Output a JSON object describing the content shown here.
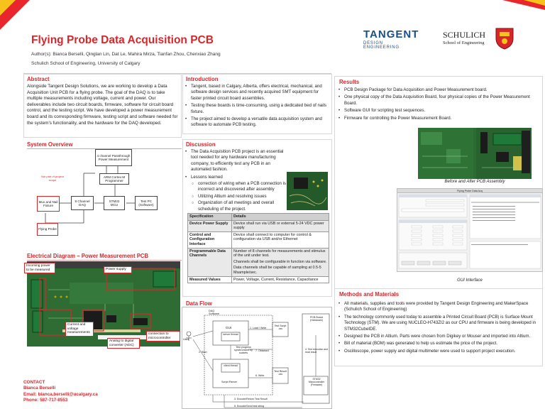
{
  "header": {
    "title": "Flying Probe Data Acquisition PCB",
    "authors": "Author(s): Bianca Berselli, Qinglan Lin, Dat Le, Mahira Mirza, Tianfan Zhou, Chenxiao Zhang",
    "affiliation": "Schulich School of Engineering, University of Calgary",
    "logo_tangent_main": "TANGENT",
    "logo_tangent_sub": "DESIGN ENGINEERING",
    "logo_schulich_main": "SCHULICH",
    "logo_schulich_sub": "School of Engineering"
  },
  "colors": {
    "accent": "#d9262b",
    "accent_yellow": "#f7c21b",
    "brand_blue": "#1a4f8b",
    "pcb_green": "#2f6a34"
  },
  "abstract": {
    "heading": "Abstract",
    "text": "Alongside Tangent Design Solutions, we are working to develop a Data Acquisition Unit PCB for a flying probe. The goal of the DAQ is to take multiple measurements including voltage, current and power. Our deliverables include two circuit boards, firmware, software for circuit board control, and the testing script. We have developed a power measurement board and its corresponding firmware, testing script and software needed for the system’s functionality, and the hardware for the DAQ developed."
  },
  "system_overview": {
    "heading": "System Overview",
    "boxes": {
      "passthrough": "4 channel Passthrough Power Measurement",
      "programmer": "ARM Cortex-M Programmer",
      "not_part": "Not part of project scope",
      "fixture": "Mux and Nail Fixture",
      "daq": "8 Channel DAQ",
      "mcu": "STM32 MCU",
      "testpc": "Test PC (Software)",
      "probe": "Flying Probe"
    }
  },
  "electrical": {
    "heading": "Electrical Diagram – Power Measurement PCB",
    "labels": {
      "incoming": "Incoming power to be measured",
      "supply": "Power supply",
      "current": "Current and voltage measurements",
      "adc": "Analog to digital converter (ADC)",
      "micro": "connection to microcontroller"
    }
  },
  "introduction": {
    "heading": "Introduction",
    "bullets": [
      "Tangent, based in Calgary, Alberta, offers electrical, mechanical, and software design services and recently acquired SMT equipment for faster printed circuit board assemblies.",
      "Testing these boards is time-consuming, using a dedicated bed of nails fixture.",
      "The project aimed to develop a versatile data acquisition system and software to automate PCB testing."
    ]
  },
  "discussion": {
    "heading": "Discussion",
    "bullet1": "The Data Acquisition PCB project is an essential tool needed for any hardware manufacturing company, to efficiently test any PCB in an automated fashion.",
    "bullet2": "Lessons learned",
    "sub": [
      "correction of wiring when a PCB connection is incorrect and discovered after assembly",
      "Utilizing Altium and resolving issues",
      "Organization of all meetings and overall scheduling of the project."
    ]
  },
  "spec_table": {
    "headers": [
      "Specification",
      "Details"
    ],
    "rows": [
      {
        "k": "Device Power Supply",
        "v": "Device shall run via USB or external 5-24 VDC power supply"
      },
      {
        "k": "Control and Configuration Interface",
        "v": "Device shall connect to computer for control & configuration via USB and/or Ethernet"
      },
      {
        "k": "Programmable Data Channels",
        "v1": "Number of 8 channels for measurements and stimulus of the unit under test.",
        "v2": "Channels shall be configurable in function via software.",
        "v3": "Data channels shall be capable of sampling at 0.5-5 Msample/sec."
      },
      {
        "k": "Measured Values",
        "v": "Power, Voltage, Current, Resistance, Capacitance"
      }
    ]
  },
  "data_flow": {
    "heading": "Data Flow",
    "labels": {
      "daq_software": "DAQ Software",
      "gui": "GUI",
      "server_thread": "server thread",
      "load_write": "1. Load / Write",
      "test_script_csv": "Test Script .csv",
      "pcb_board": "PCB Board (Hardware)",
      "user": "User",
      "start": "2. Start",
      "progress": "Test progress synchronized by sockets",
      "obtained": "7. Obtained",
      "client_thread": "client thread",
      "exec_read": "4. Test execution and read result",
      "script_parser": "Script Parser",
      "write": "6. Write",
      "test_result": "Test Result .csv",
      "stm32": "STM32 Microcontroller (Firmware)",
      "encode": "3. Encode/Return Test Result",
      "encode2": "5. Encode/Send test string"
    }
  },
  "results": {
    "heading": "Results",
    "bullets": [
      "PCB Design Package for Data Acquisition and Power Measurement board.",
      "One physical copy of the Data Acquisition Board, four physical copies of the Power Measurement Board.",
      "Software GUI for scripting test sequences.",
      "Firmware for controlling the Power Measurement Board."
    ],
    "caption_pcb": "Before and After PCB Assembly",
    "caption_gui": "GUI Interface",
    "gui_title": "Flying Probe Data Acq"
  },
  "methods": {
    "heading": "Methods and Materials",
    "bullets": [
      "All materials, supplies and tools were provided by Tangent Design Engineering and MakerSpace (Schulich School of Engineering)",
      "The technology commonly used today to assemble a Printed Circuit Board (PCB) is Surface Mount Technology (STM). We are using NUCLEO-H743ZI2 as our CPU and firmware is being developed in STM32CubeIDE.",
      "Designed the PCB in Altium. Parts were chosen from Digikey or Mouser and imported into Altium.",
      "Bill of material (BOM) was generated to help us estimate the price of the project.",
      "Oscilloscope, power supply and digital multimeter were used to support project execution."
    ]
  },
  "contact": {
    "heading": "CONTACT",
    "name": "Bianca Berselli",
    "email": "Email: bianca.berselli@ucalgary.ca",
    "phone": "Phone: 587-717-8553"
  }
}
